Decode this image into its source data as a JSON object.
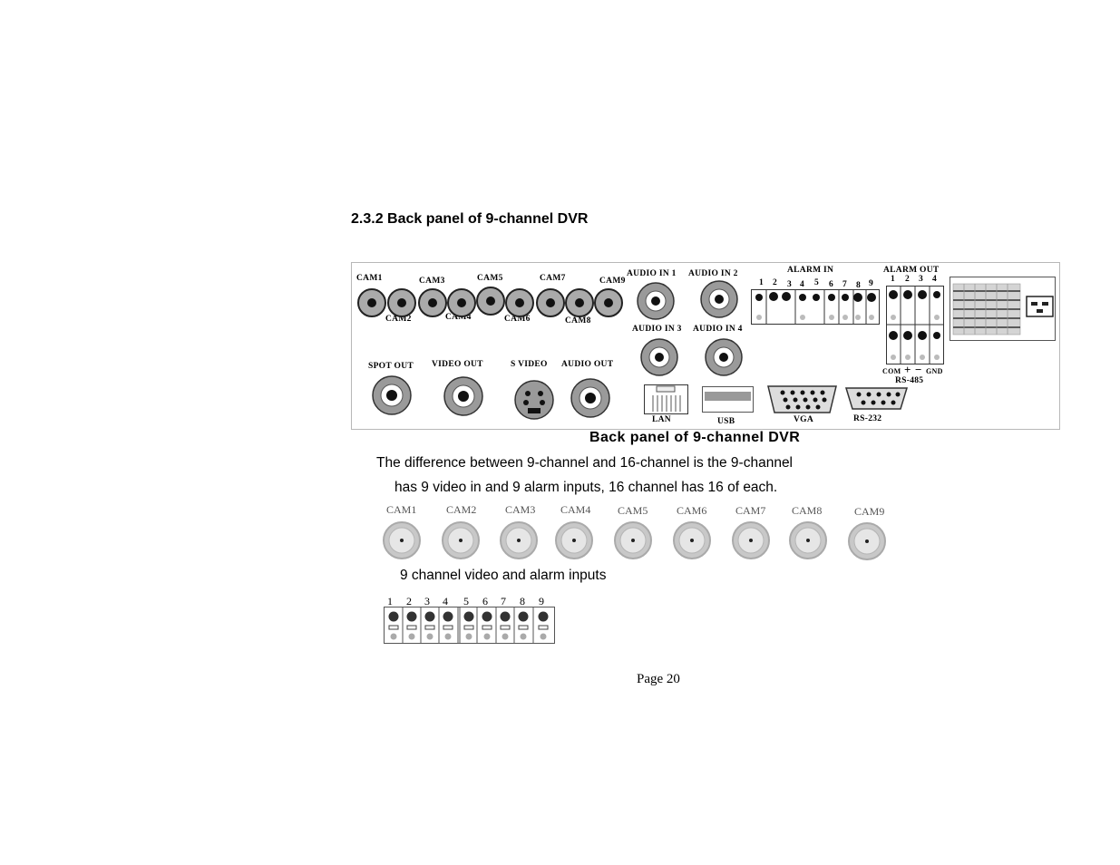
{
  "heading": "2.3.2 Back panel of 9-channel DVR",
  "panel": {
    "cam_top": [
      "CAM1",
      "CAM3",
      "CAM5",
      "CAM7",
      "CAM9"
    ],
    "cam_bottom": [
      "CAM2",
      "CAM4",
      "CAM6",
      "CAM8"
    ],
    "audio_in_1": "AUDIO IN 1",
    "audio_in_2": "AUDIO IN 2",
    "audio_in_3": "AUDIO IN 3",
    "audio_in_4": "AUDIO IN 4",
    "alarm_in": "ALARM IN",
    "alarm_in_numbers": [
      "1",
      "2",
      "3",
      "4",
      "5",
      "6",
      "7",
      "8",
      "9"
    ],
    "alarm_out": "ALARM OUT",
    "alarm_out_numbers": [
      "1",
      "2",
      "3",
      "4"
    ],
    "com": "COM",
    "plus": "+",
    "minus": "−",
    "gnd": "GND",
    "rs485": "RS-485",
    "spot_out": "SPOT OUT",
    "video_out": "VIDEO OUT",
    "s_video": "S VIDEO",
    "audio_out": "AUDIO OUT",
    "lan": "LAN",
    "usb": "USB",
    "vga": "VGA",
    "rs232": "RS-232"
  },
  "caption": "Back panel of 9-channel DVR",
  "paragraph_line1": "The difference between 9-channel and 16-channel is the 9-channel",
  "paragraph_line2": "has 9 video in and 9 alarm inputs, 16 channel has 16 of each.",
  "cam_labels": [
    "CAM1",
    "CAM2",
    "CAM3",
    "CAM4",
    "CAM5",
    "CAM6",
    "CAM7",
    "CAM8",
    "CAM9"
  ],
  "inputs_caption": "9 channel video and alarm inputs",
  "alarm_numbers": [
    "1",
    "2",
    "3",
    "4",
    "5",
    "6",
    "7",
    "8",
    "9"
  ],
  "page_number": "Page 20"
}
